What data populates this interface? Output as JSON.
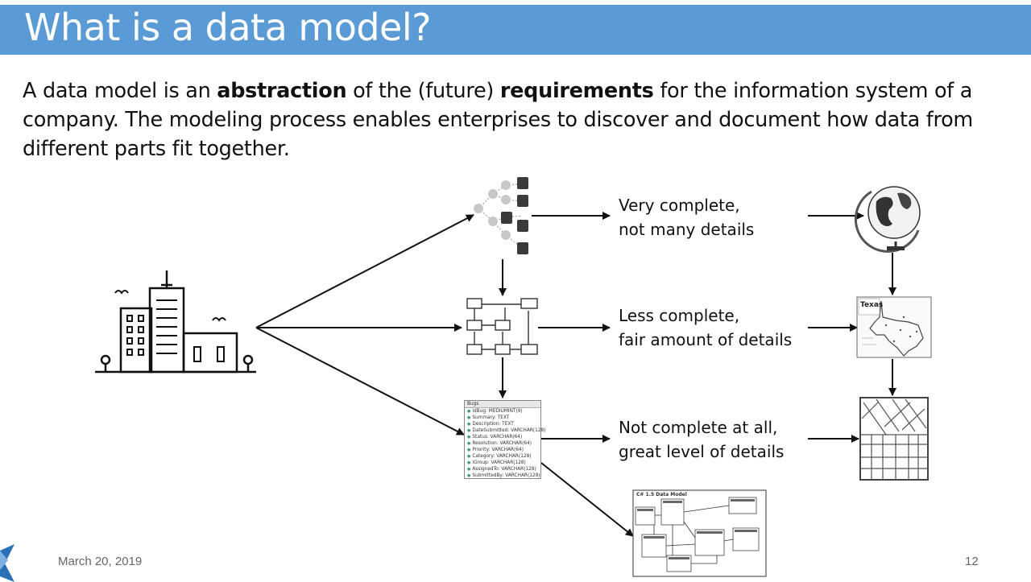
{
  "slide": {
    "title": "What is a data model?",
    "intro": {
      "p1": "A data model is an ",
      "b1": "abstraction",
      "p2": " of the (future) ",
      "b2": "requirements",
      "p3": " for the information system of a company.  The modeling process enables enterprises to discover and document how data from different parts fit together."
    },
    "levels": [
      {
        "line1": "Very complete,",
        "line2": "not many details"
      },
      {
        "line1": "Less complete,",
        "line2": "fair amount of details"
      },
      {
        "line1": "Not complete at all,",
        "line2": "great level of details"
      }
    ],
    "bugs_table": {
      "header": "Bugs",
      "rows": [
        "idBug: MEDIUMINT(9)",
        "Summary: TEXT",
        "Description: TEXT",
        "DateSubmitted: VARCHAR(128)",
        "Status: VARCHAR(64)",
        "Resolution: VARCHAR(64)",
        "Priority: VARCHAR(64)",
        "Category: VARCHAR(128)",
        "IGroup: VARCHAR(128)",
        "AssignedTo: VARCHAR(128)",
        "SubmittedBy: VARCHAR(128)"
      ]
    },
    "er_diagram_title": "C# 1.5 Data Model",
    "map_label": "Texas",
    "footer": {
      "date": "March 20, 2019",
      "page": "12"
    },
    "colors": {
      "title_bar": "#5b9bd5",
      "logo": "#2a6fb5"
    },
    "icons": [
      "city-icon",
      "tree-diagram-icon",
      "flowchart-icon",
      "globe-icon",
      "state-map-icon",
      "street-map-icon"
    ]
  }
}
